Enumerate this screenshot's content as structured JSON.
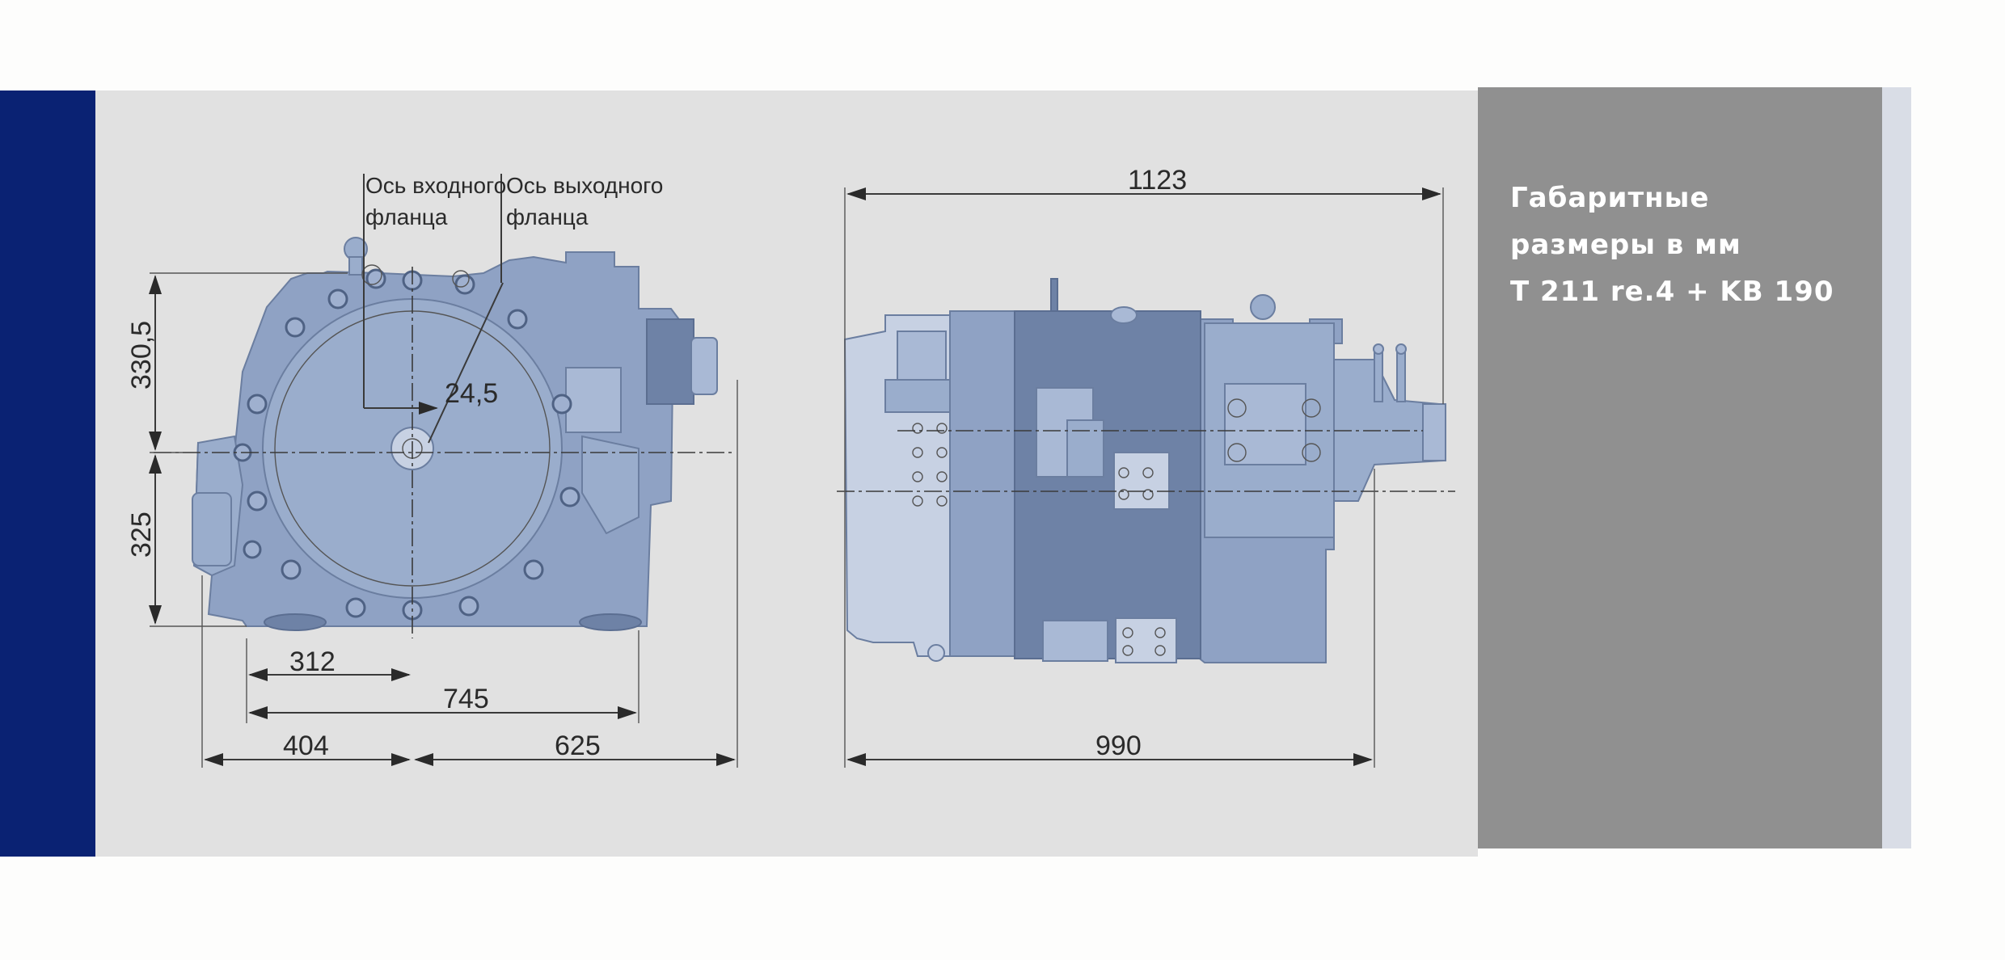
{
  "colors": {
    "left_bar": "#0a2273",
    "panel_bg": "#e1e1e1",
    "side_panel": "#909090",
    "housing": "#8fa2c4"
  },
  "heading": {
    "line1": "Габаритные",
    "line2": "размеры в мм",
    "line3": "T 211 re.4 + KB 190"
  },
  "annotations": {
    "input_axis_line1": "Ось входного",
    "input_axis_line2": "фланца",
    "output_axis_line1": "Ось выходного",
    "output_axis_line2": "фланца"
  },
  "front_view": {
    "height_upper": "330,5",
    "height_lower": "325",
    "offset": "24,5",
    "width_312": "312",
    "width_745": "745",
    "width_404": "404",
    "width_625": "625"
  },
  "side_view": {
    "length_total": "1123",
    "length_base": "990"
  }
}
